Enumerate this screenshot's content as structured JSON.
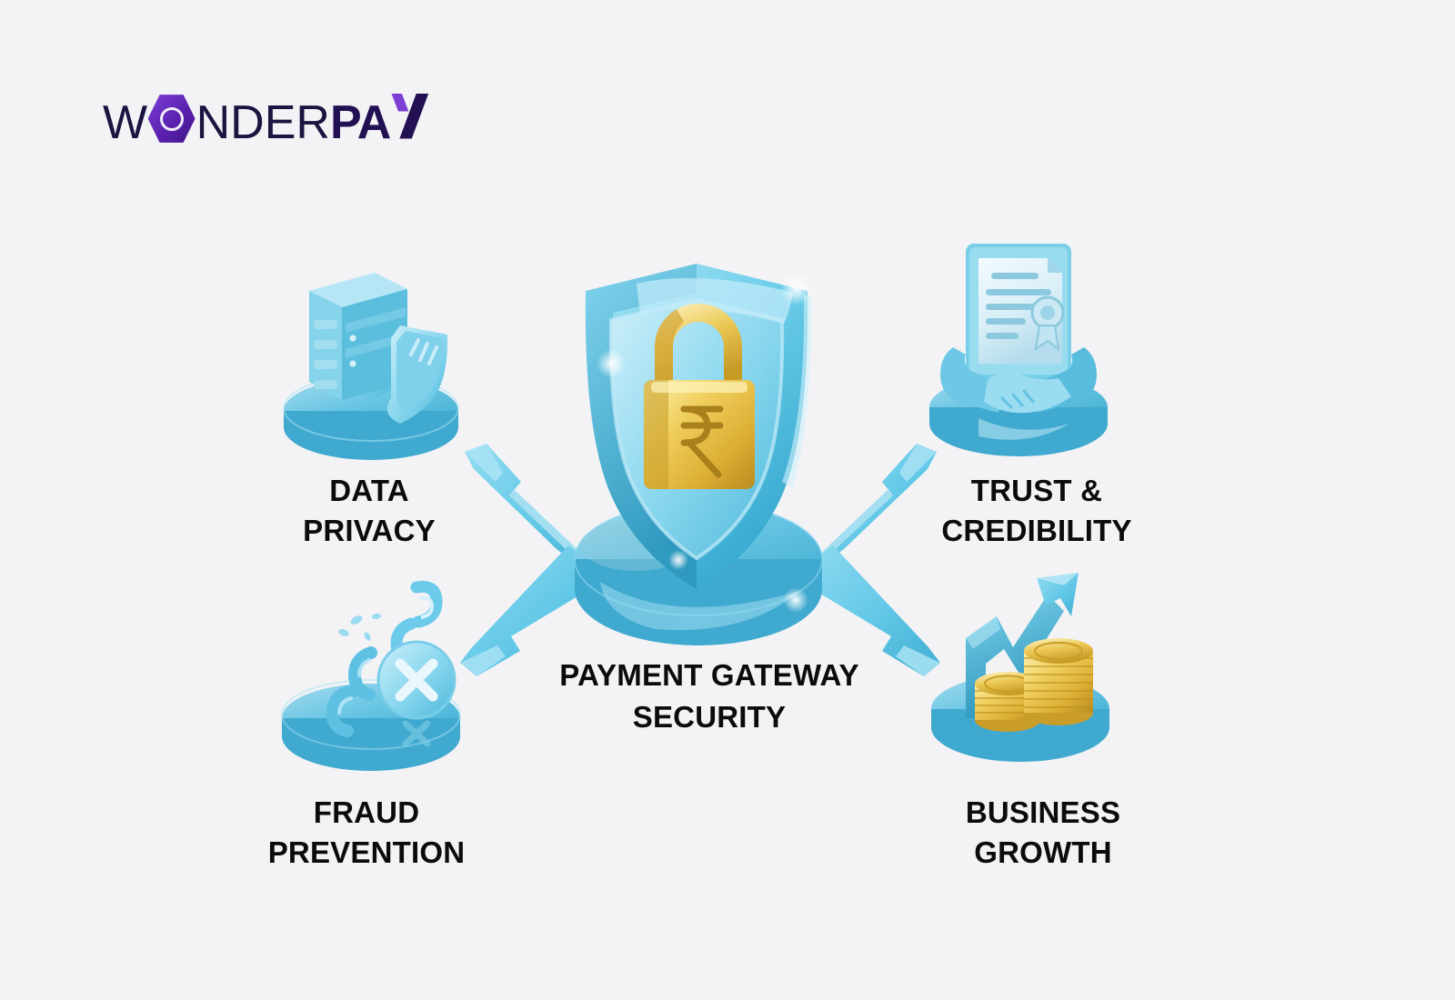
{
  "background_color": "#f3f3f5",
  "logo": {
    "name": "WonderPay",
    "part_one": "W",
    "hex_icon": "hexagon-o-icon",
    "part_two": "NDER",
    "part_three": "PA",
    "part_four": "Y",
    "colors": {
      "dark": "#1b1440",
      "purple": "#7b3fd4",
      "deep_purple": "#3d1580"
    }
  },
  "diagram": {
    "type": "hub-and-spoke",
    "hub": {
      "label": "PAYMENT GATEWAY\nSECURITY",
      "icon": "shield-with-rupee-padlock-icon",
      "colors": {
        "shield": "#5fc6e6",
        "shield_light": "#a7e2f3",
        "shield_dark": "#2f9fc4",
        "lock_gold": "#e9c44a",
        "lock_gold_dark": "#b9902a",
        "platform": "#55bfe0"
      },
      "currency_symbol": "₹"
    },
    "arrow_color": "#62c7e6",
    "nodes": [
      {
        "id": "data-privacy",
        "label": "DATA\nPRIVACY",
        "icon": "server-rack-shield-icon",
        "position": "top-left"
      },
      {
        "id": "trust-credibility",
        "label": "TRUST &\nCREDIBILITY",
        "icon": "certificate-handshake-icon",
        "position": "top-right"
      },
      {
        "id": "fraud-prevention",
        "label": "FRAUD\nPREVENTION",
        "icon": "broken-chain-cross-icon",
        "position": "bottom-left"
      },
      {
        "id": "business-growth",
        "label": "BUSINESS\nGROWTH",
        "icon": "growth-arrow-coins-icon",
        "position": "bottom-right"
      }
    ]
  }
}
